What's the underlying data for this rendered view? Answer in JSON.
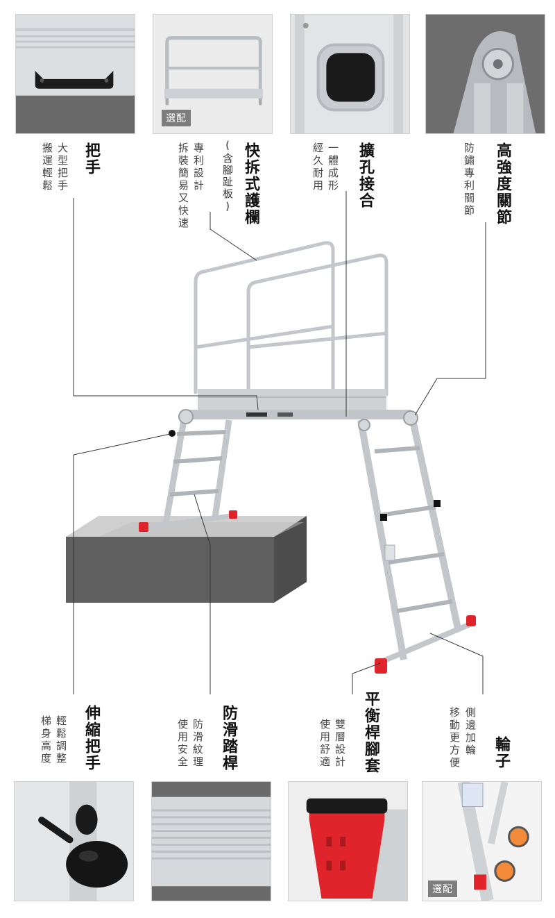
{
  "features": [
    {
      "title": "把手",
      "desc": [
        "大型把手",
        "搬運輕鬆"
      ]
    },
    {
      "title": "快拆式護欄",
      "sub": "(含腳趾板)",
      "desc": [
        "專利設計",
        "拆裝簡易又快速"
      ]
    },
    {
      "title": "擴孔接合",
      "desc": [
        "一體成形",
        "經久耐用"
      ]
    },
    {
      "title": "高強度關節",
      "desc": [
        "防鏽專利關節"
      ]
    },
    {
      "title": "伸縮把手",
      "desc": [
        "輕鬆調整",
        "梯身高度"
      ]
    },
    {
      "title": "防滑踏桿",
      "desc": [
        "防滑紋理",
        "使用安全"
      ]
    },
    {
      "title": "平衡桿腳套",
      "desc": [
        "雙層設計",
        "使用舒適"
      ]
    },
    {
      "title": "輪子",
      "desc": [
        "側邊加輪",
        "移動更方便"
      ]
    }
  ],
  "badges": {
    "optional": "選配"
  },
  "colors": {
    "accent_red": "#e0242b",
    "aluminum": "#c9ccd0",
    "block": "#5f5f5f",
    "badge": "#7d7d7d"
  }
}
